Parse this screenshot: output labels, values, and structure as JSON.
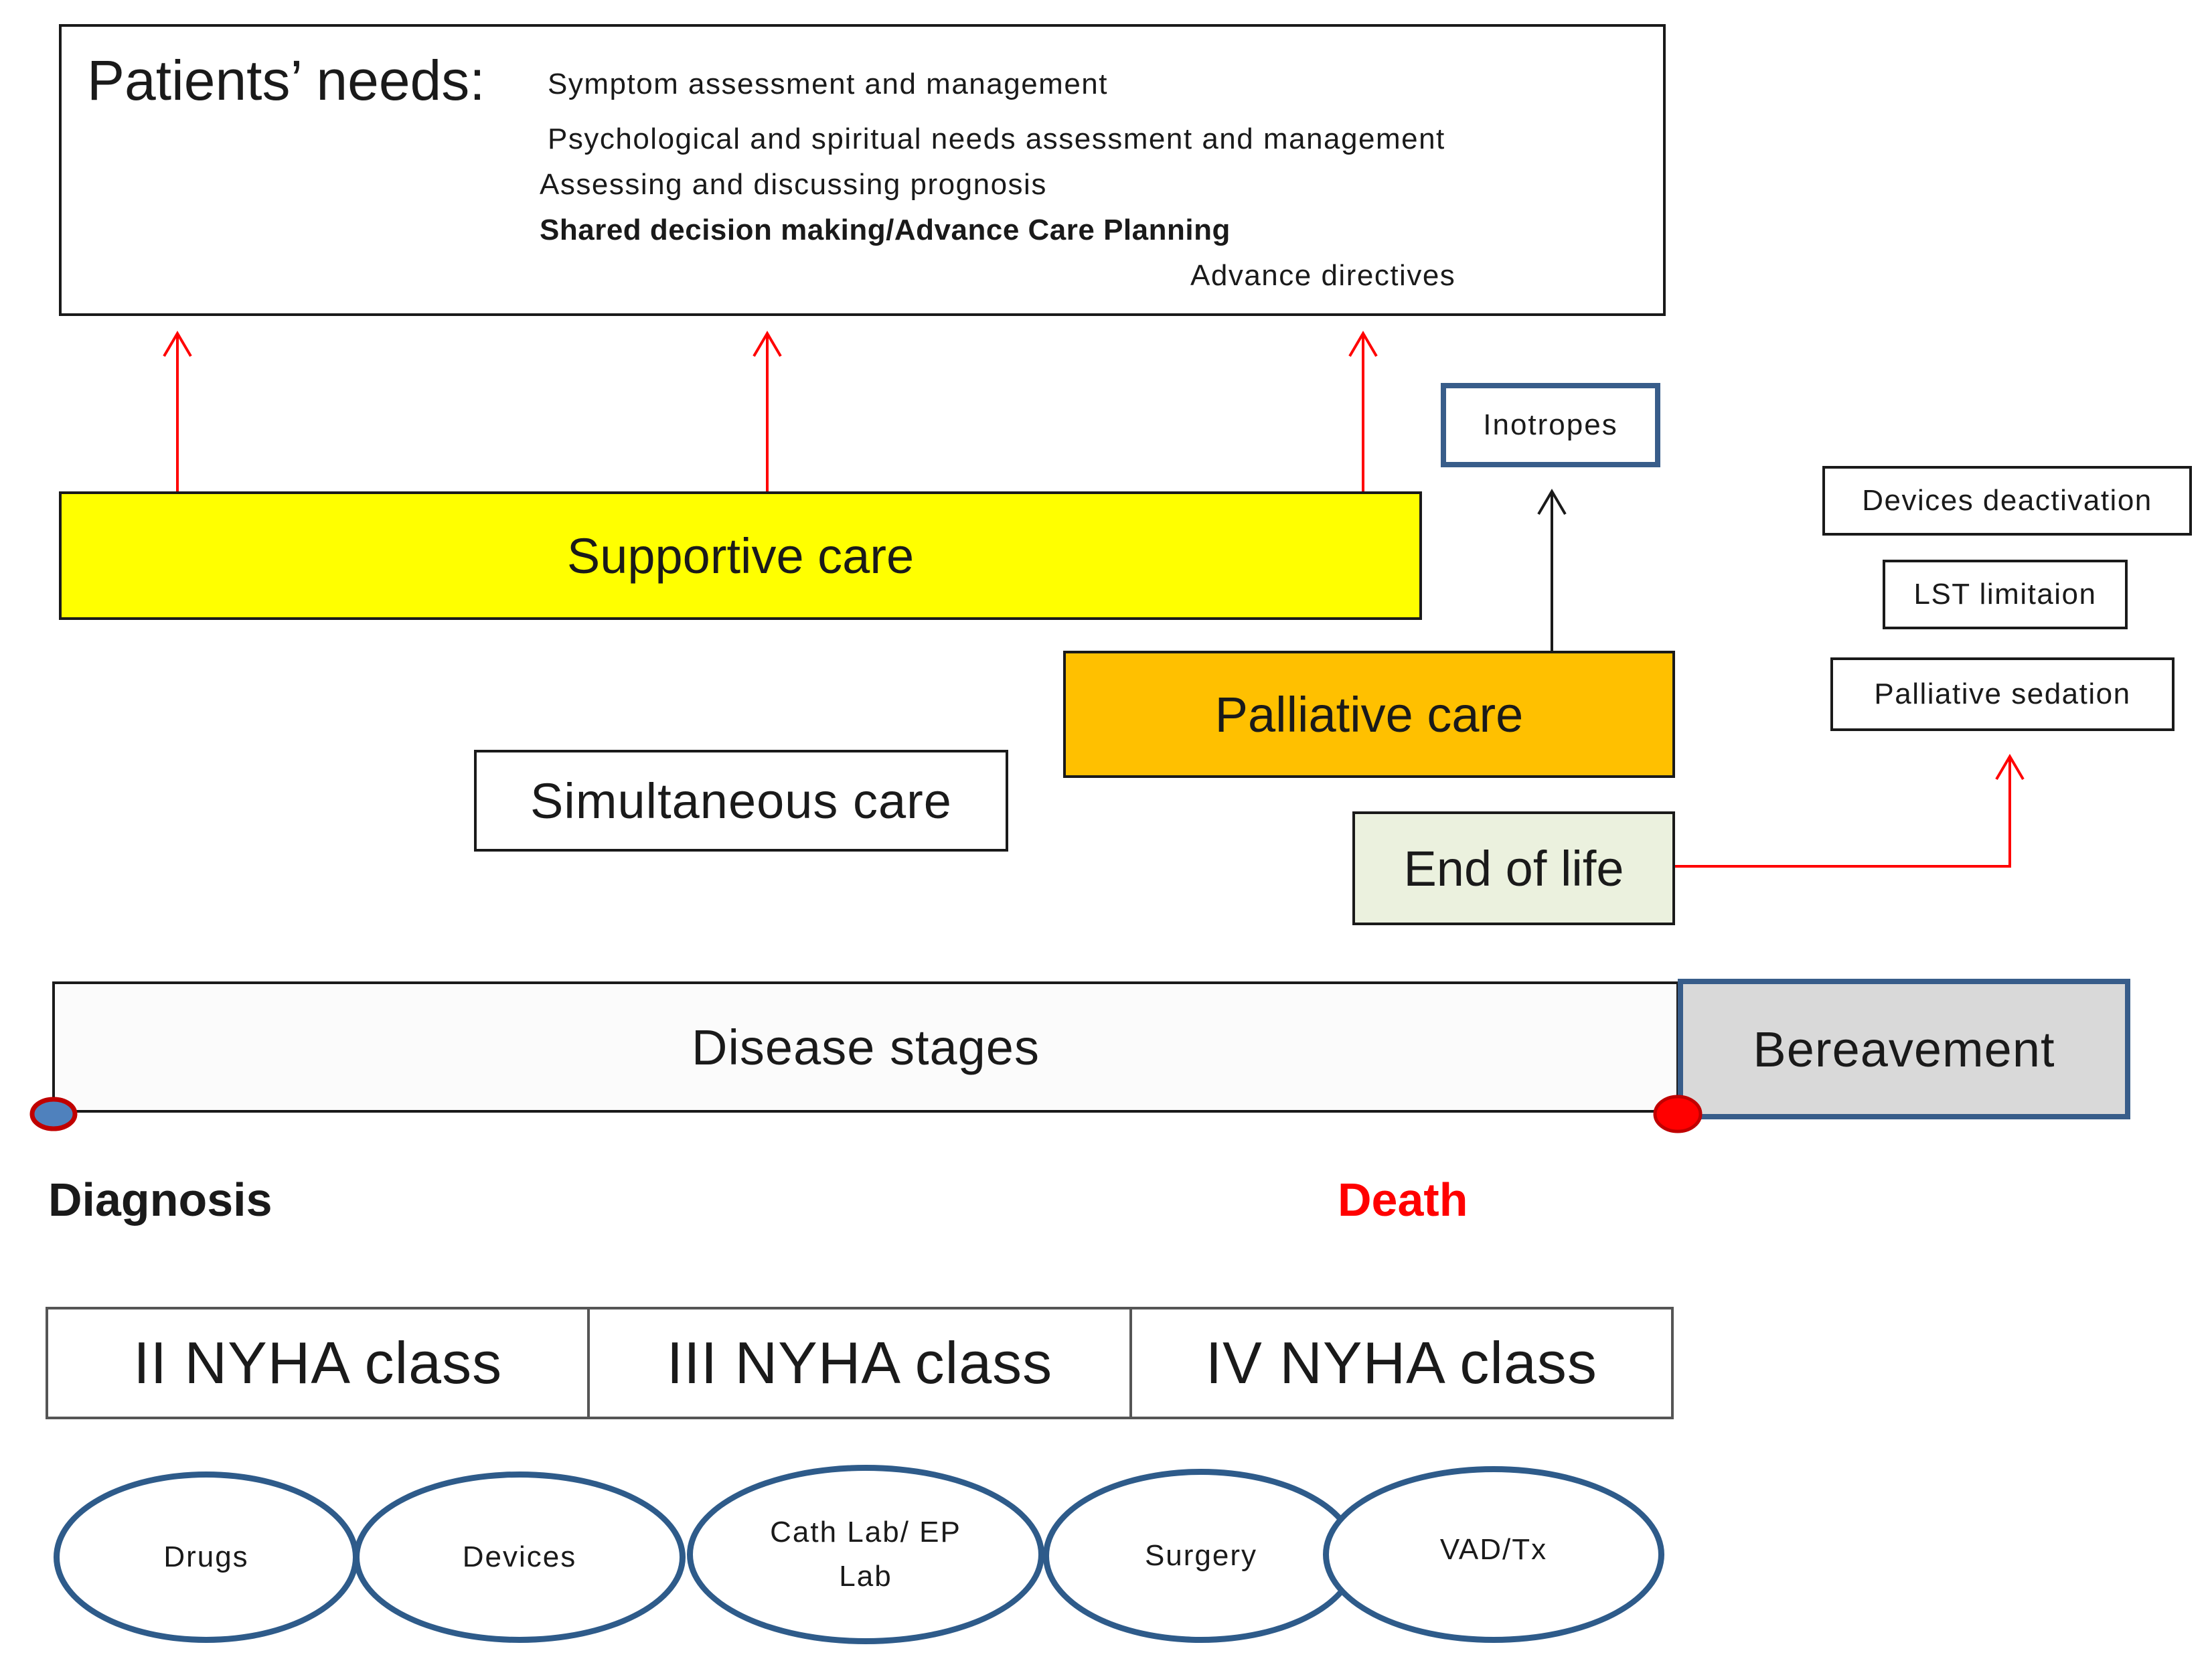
{
  "needs": {
    "title": "Patients’ needs:",
    "items": [
      "Symptom  assessment  and  management",
      "Psychological and  spiritual  needs assessment  and  management",
      "Assessing  and  discussing  prognosis",
      "Shared decision  making/Advance  Care Planning",
      "Advance  directives"
    ]
  },
  "care": {
    "supportive": "Supportive care",
    "palliative": "Palliative care",
    "simultaneous": "Simultaneous care",
    "end_of_life": "End of life"
  },
  "interventions": {
    "inotropes": "Inotropes",
    "devices_deactivation": "Devices deactivation",
    "lst_limitation": "LST limitaion",
    "palliative_sedation": "Palliative sedation"
  },
  "timeline": {
    "disease_stages": "Disease stages",
    "bereavement": "Bereavement",
    "diagnosis": "Diagnosis",
    "death": "Death"
  },
  "nyha": [
    "II NYHA class",
    "III NYHA class",
    "IV NYHA class"
  ],
  "treatments": [
    "Drugs",
    "Devices",
    "Cath Lab/ EP Lab",
    "Surgery",
    "VAD/Tx"
  ],
  "colors": {
    "supportive": "#ffff00",
    "palliative": "#ffc000",
    "end_of_life": "#ebf1de",
    "bereavement": "#d9d9d9",
    "border_blue": "#385d8a",
    "arrow_red": "#ff0000",
    "death_text": "#ff0000",
    "diagnosis_dot": "#4f81bd"
  }
}
